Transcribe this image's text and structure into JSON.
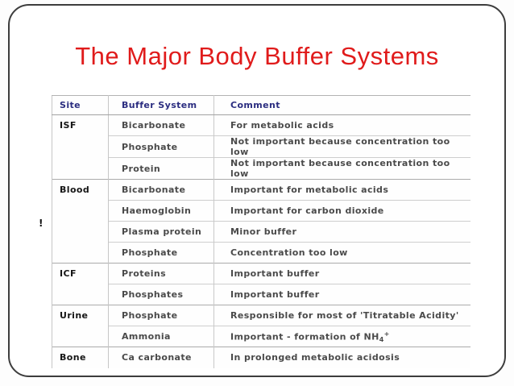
{
  "slide": {
    "title": "The Major Body Buffer Systems",
    "title_color": "#e01b1b",
    "border_color": "#3d3d3d",
    "header_text_color": "#2b2d80"
  },
  "artifact": {
    "mark": "!"
  },
  "table": {
    "headers": {
      "site": "Site",
      "buffer": "Buffer System",
      "comment": "Comment"
    },
    "rows": [
      {
        "site": "ISF",
        "buffer": "Bicarbonate",
        "comment": "For metabolic acids"
      },
      {
        "site": "",
        "buffer": "Phosphate",
        "comment": "Not important because concentration too low"
      },
      {
        "site": "",
        "buffer": "Protein",
        "comment": "Not important because concentration too low"
      },
      {
        "site": "Blood",
        "buffer": "Bicarbonate",
        "comment": "Important for metabolic acids"
      },
      {
        "site": "",
        "buffer": "Haemoglobin",
        "comment": "Important for carbon dioxide"
      },
      {
        "site": "",
        "buffer": "Plasma protein",
        "comment": "Minor buffer"
      },
      {
        "site": "",
        "buffer": "Phosphate",
        "comment": "Concentration too low"
      },
      {
        "site": "ICF",
        "buffer": "Proteins",
        "comment": "Important buffer"
      },
      {
        "site": "",
        "buffer": "Phosphates",
        "comment": "Important buffer"
      },
      {
        "site": "Urine",
        "buffer": "Phosphate",
        "comment": "Responsible for most of 'Titratable Acidity'"
      },
      {
        "site": "",
        "buffer": "Ammonia",
        "comment": "Important - formation of NH",
        "comment_sub": "4",
        "comment_sup": "+"
      },
      {
        "site": "Bone",
        "buffer": "Ca carbonate",
        "comment": "In prolonged metabolic acidosis"
      }
    ]
  }
}
